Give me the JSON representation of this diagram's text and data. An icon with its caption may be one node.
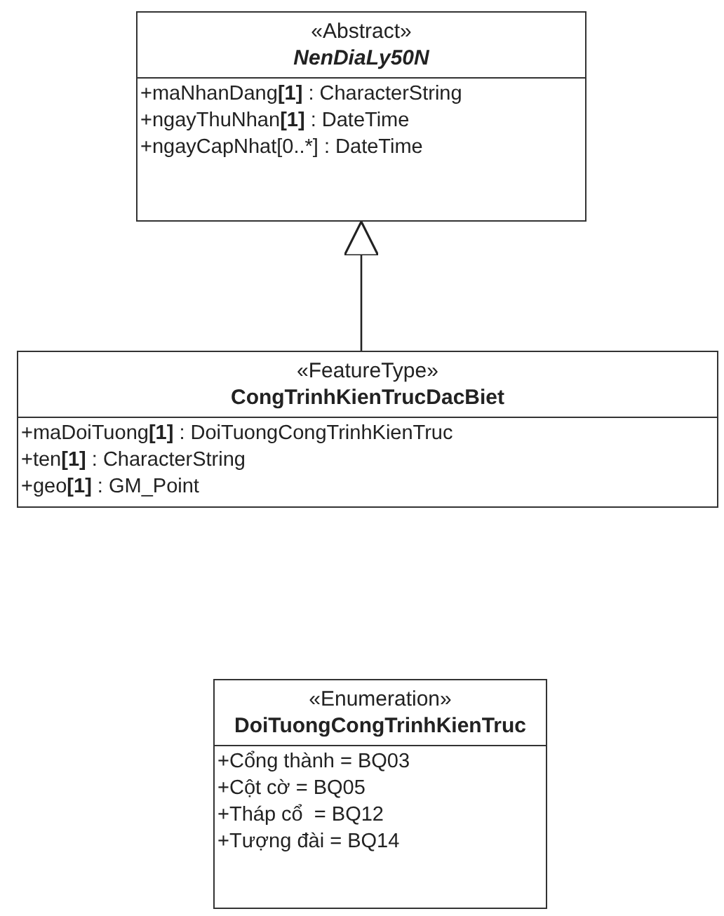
{
  "diagram": {
    "nodes": [
      {
        "text": [
          "«Abstract»",
          "NenDiaLy50N",
          "+maNhanDang**[1]** : CharacterString",
          "+ngayThuNhan**[1]** : DateTime",
          "+ngayCapNhat[0..*] : DateTime"
        ]
      },
      {
        "text": [
          "«FeatureType»",
          "CongTrinhKienTrucDacBiet",
          "+maDoiTuong**[1]** : DoiTuongCongTrinhKienTruc",
          "+ten**[1]** : CharacterString",
          "+geo**[1]** : GM_Point"
        ]
      },
      {
        "text": [
          "«Enumeration»",
          "DoiTuongCongTrinhKienTruc",
          "+Cổng thành = BQ03",
          "+Cột cờ = BQ05",
          "+Tháp cổ  = BQ12",
          "+Tượng đài = BQ14"
        ]
      }
    ],
    "edges": [
      {
        "from": 1,
        "to": 0,
        "arrow": "to"
      }
    ]
  }
}
